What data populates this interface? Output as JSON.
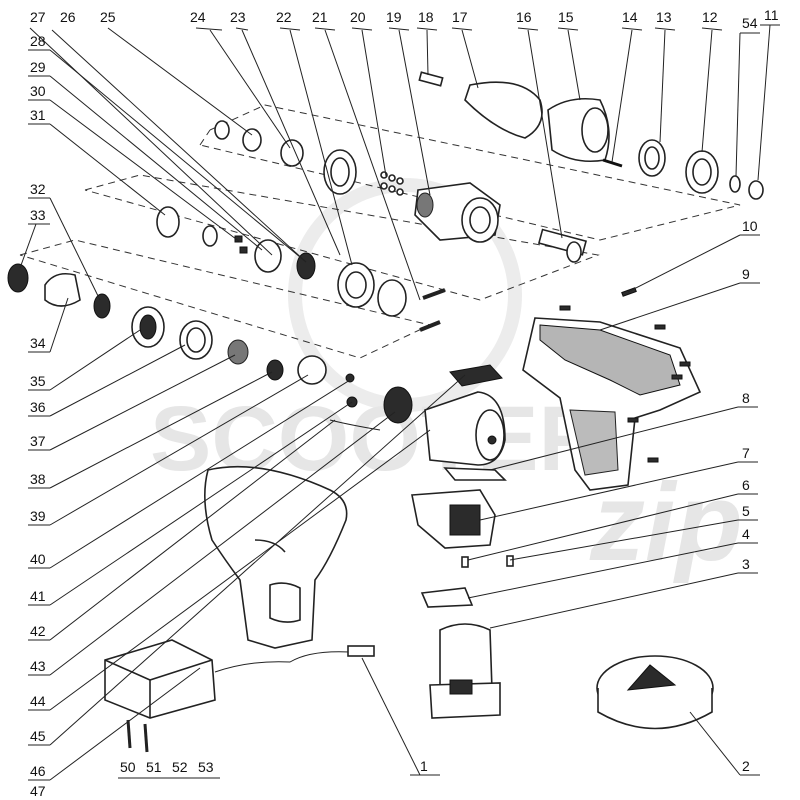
{
  "watermark": {
    "brand": "SCOOTER",
    "script": "zip"
  },
  "labels": {
    "n1": "1",
    "n2": "2",
    "n3": "3",
    "n4": "4",
    "n5": "5",
    "n6": "6",
    "n7": "7",
    "n8": "8",
    "n9": "9",
    "n10": "10",
    "n11": "11",
    "n12": "12",
    "n13": "13",
    "n14": "14",
    "n15": "15",
    "n16": "16",
    "n17": "17",
    "n18": "18",
    "n19": "19",
    "n20": "20",
    "n21": "21",
    "n22": "22",
    "n23": "23",
    "n24": "24",
    "n25": "25",
    "n26": "26",
    "n27": "27",
    "n28": "28",
    "n29": "29",
    "n30": "30",
    "n31": "31",
    "n32": "32",
    "n33": "33",
    "n34": "34",
    "n35": "35",
    "n36": "36",
    "n37": "37",
    "n38": "38",
    "n39": "39",
    "n40": "40",
    "n41": "41",
    "n42": "42",
    "n43": "43",
    "n44": "44",
    "n45": "45",
    "n46": "46",
    "n47": "47",
    "n50": "50",
    "n51": "51",
    "n52": "52",
    "n53": "53",
    "n54": "54"
  },
  "colors": {
    "line": "#222222",
    "watermark": "#e6e6e6",
    "part_dark": "#2b2b2b"
  }
}
